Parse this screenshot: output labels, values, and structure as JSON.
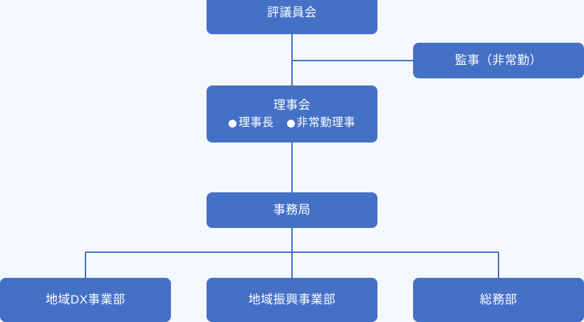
{
  "diagram": {
    "type": "organization-chart",
    "background_color": "#f5f8fe",
    "node_color": "#4470c6",
    "line_color": "#4470c6",
    "text_color": "#ffffff",
    "nodes": {
      "council": {
        "label": "評議員会"
      },
      "auditor": {
        "label": "監事（非常勤）"
      },
      "board": {
        "label": "理事会",
        "roles": [
          {
            "bullet": "filled-circle-bullet",
            "label": "理事長"
          },
          {
            "bullet": "filled-circle-bullet",
            "label": "非常勤理事"
          }
        ]
      },
      "secretariat": {
        "label": "事務局"
      },
      "departments": [
        {
          "label": "地域DX事業部"
        },
        {
          "label": "地域振興事業部"
        },
        {
          "label": "総務部"
        }
      ]
    },
    "connections": [
      {
        "from": "council",
        "to": "auditor"
      },
      {
        "from": "council",
        "to": "board"
      },
      {
        "from": "board",
        "to": "secretariat"
      },
      {
        "from": "secretariat",
        "to": "地域DX事業部"
      },
      {
        "from": "secretariat",
        "to": "地域振興事業部"
      },
      {
        "from": "secretariat",
        "to": "総務部"
      }
    ]
  }
}
